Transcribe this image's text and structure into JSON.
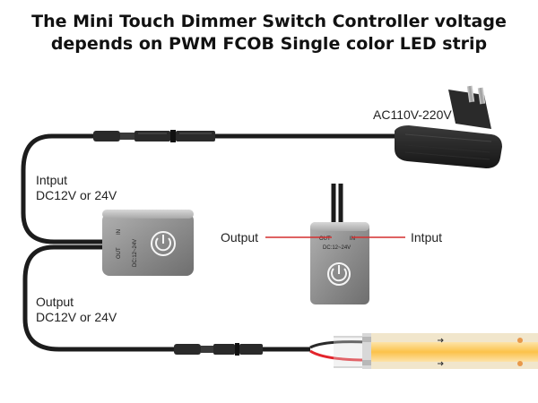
{
  "title": {
    "line1": "The Mini Touch Dimmer Switch Controller voltage",
    "line2": "depends on PWM FCOB Single color LED strip"
  },
  "labels": {
    "ac_input": "AC110V-220V",
    "input_label": "Intput",
    "input_voltage": "DC12V or 24V",
    "output_label": "Output",
    "output_voltage": "DC12V or 24V",
    "detail_output": "Output",
    "detail_input": "Intput"
  },
  "device": {
    "out_text": "OUT",
    "in_text": "IN",
    "dc_text": "DC:12~24V"
  },
  "colors": {
    "cable": "#1c1c1c",
    "controller": "#8c8c8c",
    "led_strip": "#fcc24a",
    "wire_red": "#e3242b",
    "pointer_line": "#d32f2f"
  }
}
